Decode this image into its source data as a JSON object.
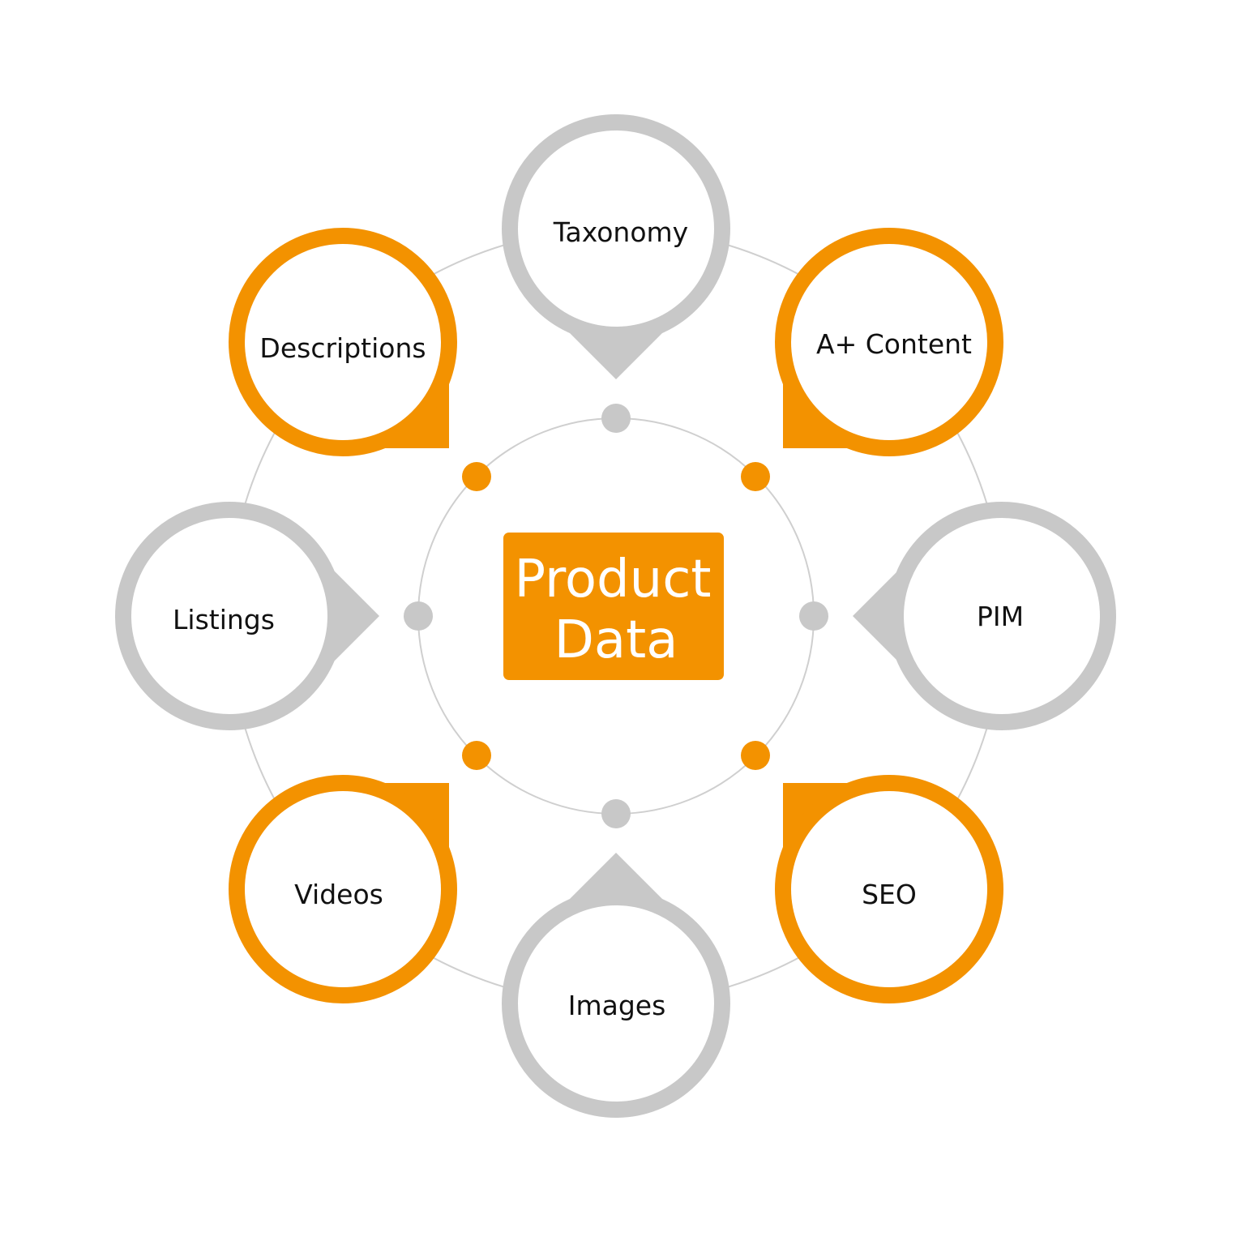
{
  "center": {
    "line1": "Product",
    "line2": "Data"
  },
  "nodes": [
    {
      "label": "Taxonomy"
    },
    {
      "label": "A+ Content"
    },
    {
      "label": "PIM"
    },
    {
      "label": "SEO"
    },
    {
      "label": "Images"
    },
    {
      "label": "Videos"
    },
    {
      "label": "Listings"
    },
    {
      "label": "Descriptions"
    }
  ],
  "colors": {
    "orange": "#F39200",
    "gray": "#C8C8C8",
    "ring_line": "#CFCFCF",
    "text": "#111111",
    "background": "#FFFFFF"
  }
}
